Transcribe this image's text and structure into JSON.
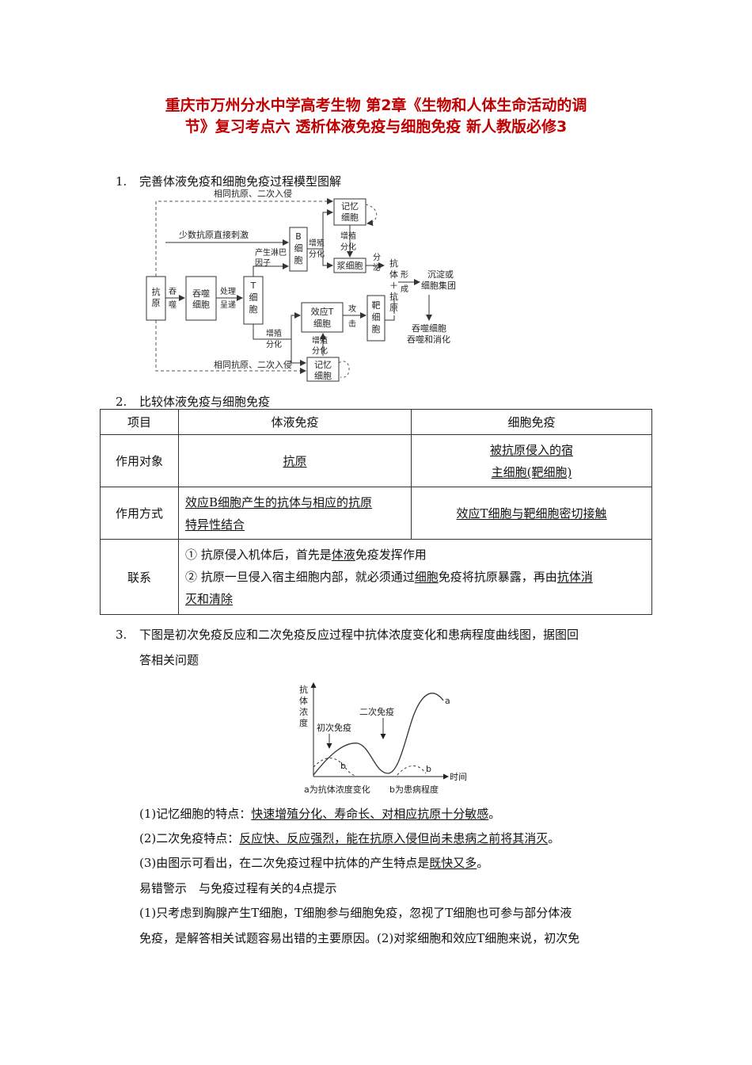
{
  "title": {
    "line1": "重庆市万州分水中学高考生物 第2章《生物和人体生命活动的调",
    "line2": "节》复习考点六 透析体液免疫与细胞免疫 新人教版必修3"
  },
  "section1": {
    "num": "1.",
    "text": "完善体液免疫和细胞免疫过程模型图解"
  },
  "flow": {
    "top_loop": "相同抗原、二次入侵",
    "bottom_loop": "相同抗原、二次入侵",
    "few_antigen": "少数抗原直接刺激",
    "antigen": "抗原",
    "engulf_label": "吞噬",
    "phagocyte": "吞噬细胞",
    "process_label": "处理呈递",
    "t_cell": "T细胞",
    "lymphokine_label": "产生淋巴因子",
    "b_cell": "B细胞",
    "prolif1": "增殖分化",
    "memory1": "记忆细胞",
    "prolif_v1": "增殖分化",
    "plasma": "浆细胞",
    "secrete": "分泌",
    "antibody_antigen": "抗体＋抗原",
    "form_label": "形成",
    "precipitate": "沉淀或细胞集团",
    "digest": "吞噬细胞吞噬和消化",
    "prolif2": "增殖分化",
    "effector_t": "效应T细胞",
    "attack": "攻击",
    "target": "靶细胞",
    "prolif_v2": "增殖分化",
    "memory2": "记忆细胞"
  },
  "section2": {
    "num": "2.",
    "text": "比较体液免疫与细胞免疫"
  },
  "table": {
    "h_item": "项目",
    "h_humoral": "体液免疫",
    "h_cellular": "细胞免疫",
    "r1_label": "作用对象",
    "r1_humoral": "抗原",
    "r1_cellular_a": "被抗原侵入的宿",
    "r1_cellular_b": "主细胞(靶细胞)",
    "r2_label": "作用方式",
    "r2_humoral_a": "效应B细胞产生的抗体与相应的抗原",
    "r2_humoral_b": "特异性结合",
    "r2_cellular": "效应T细胞与靶细胞密切接触",
    "r3_label": "联系",
    "r3_l1_pre": "① 抗原侵入机体后，首先是",
    "r3_l1_key": "体液",
    "r3_l1_post": "免疫发挥作用",
    "r3_l2_pre": "② 抗原一旦侵入宿主细胞内部，就必须通过",
    "r3_l2_key": "细胞",
    "r3_l2_post": "免疫将抗原暴露，再由",
    "r3_l2_key2": "抗体消",
    "r3_l3_key": "灭和清除"
  },
  "section3": {
    "num": "3.",
    "text_a": "下图是初次免疫反应和二次免疫反应过程中抗体浓度变化和患病程度曲线图，据图回",
    "text_b": "答相关问题"
  },
  "curve": {
    "ylabel": "抗体浓度",
    "primary": "初次免疫",
    "secondary": "二次免疫",
    "xlabel": "时间",
    "a": "a",
    "b1": "b",
    "b2": "b",
    "caption_a": "a为抗体浓度变化",
    "caption_b": "b为患病程度"
  },
  "q": {
    "q1_pre": "(1)记忆细胞的特点：",
    "q1_ans": "快速增殖分化、寿命长、对相应抗原十分敏感",
    "q1_post": "。",
    "q2_pre": "(2)二次免疫特点：",
    "q2_ans": "反应快、反应强烈，能在抗原入侵但尚未患病之前将其消灭",
    "q2_post": "。",
    "q3_pre": "(3)由图示可看出，在二次免疫过程中抗体的产生特点是",
    "q3_ans": "既快又多",
    "q3_post": "。",
    "warn": "易错警示　与免疫过程有关的4点提示",
    "p1": "(1)只考虑到胸腺产生T细胞，T细胞参与细胞免疫，忽视了T细胞也可参与部分体液",
    "p2": "免疫，是解答相关试题容易出错的主要原因。(2)对浆细胞和效应T细胞来说，初次免"
  }
}
